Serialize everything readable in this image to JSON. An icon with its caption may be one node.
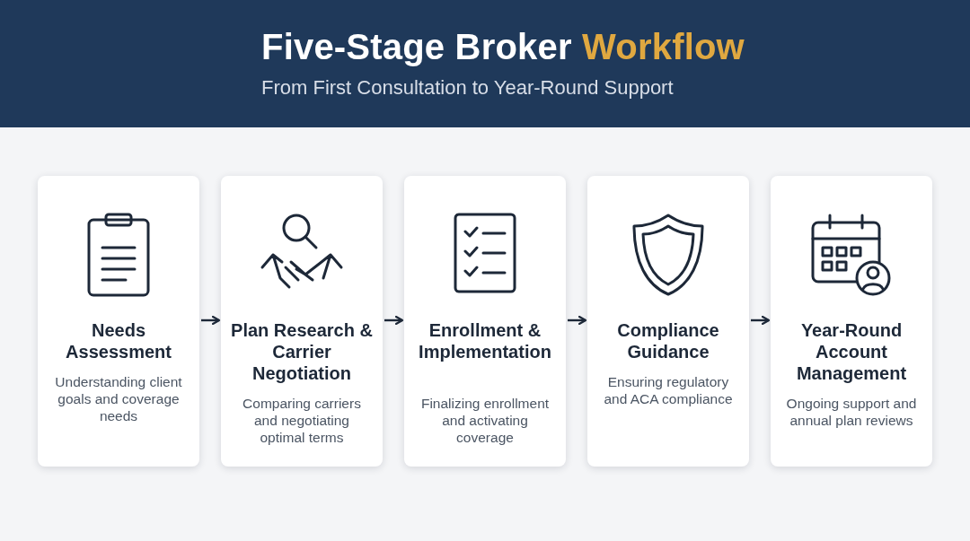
{
  "diagram": {
    "title": "Five-Stage Broker Workflow",
    "nodes": [
      {
        "text": [
          "Needs Assessment",
          "Understanding client goals and coverage needs"
        ]
      },
      {
        "text": [
          "Plan Research & Carrier Negotiation",
          "Comparing carriers and negotiating optimal terms"
        ]
      },
      {
        "text": [
          "Enrollment & Implementation",
          "Finalizing enrollment and activating coverage"
        ]
      },
      {
        "text": [
          "Compliance Guidance",
          "Ensuring regulatory and ACA compliance"
        ]
      },
      {
        "text": [
          "Year-Round Account Management",
          "Ongoing support and annual plan reviews"
        ]
      }
    ],
    "edges": [
      {
        "from": 0,
        "to": 1,
        "arrow": "to"
      },
      {
        "from": 1,
        "to": 2,
        "arrow": "to"
      },
      {
        "from": 2,
        "to": 3,
        "arrow": "to"
      },
      {
        "from": 3,
        "to": 4,
        "arrow": "to"
      }
    ],
    "labels": [
      "From First Consultation to Year-Round Support"
    ]
  }
}
